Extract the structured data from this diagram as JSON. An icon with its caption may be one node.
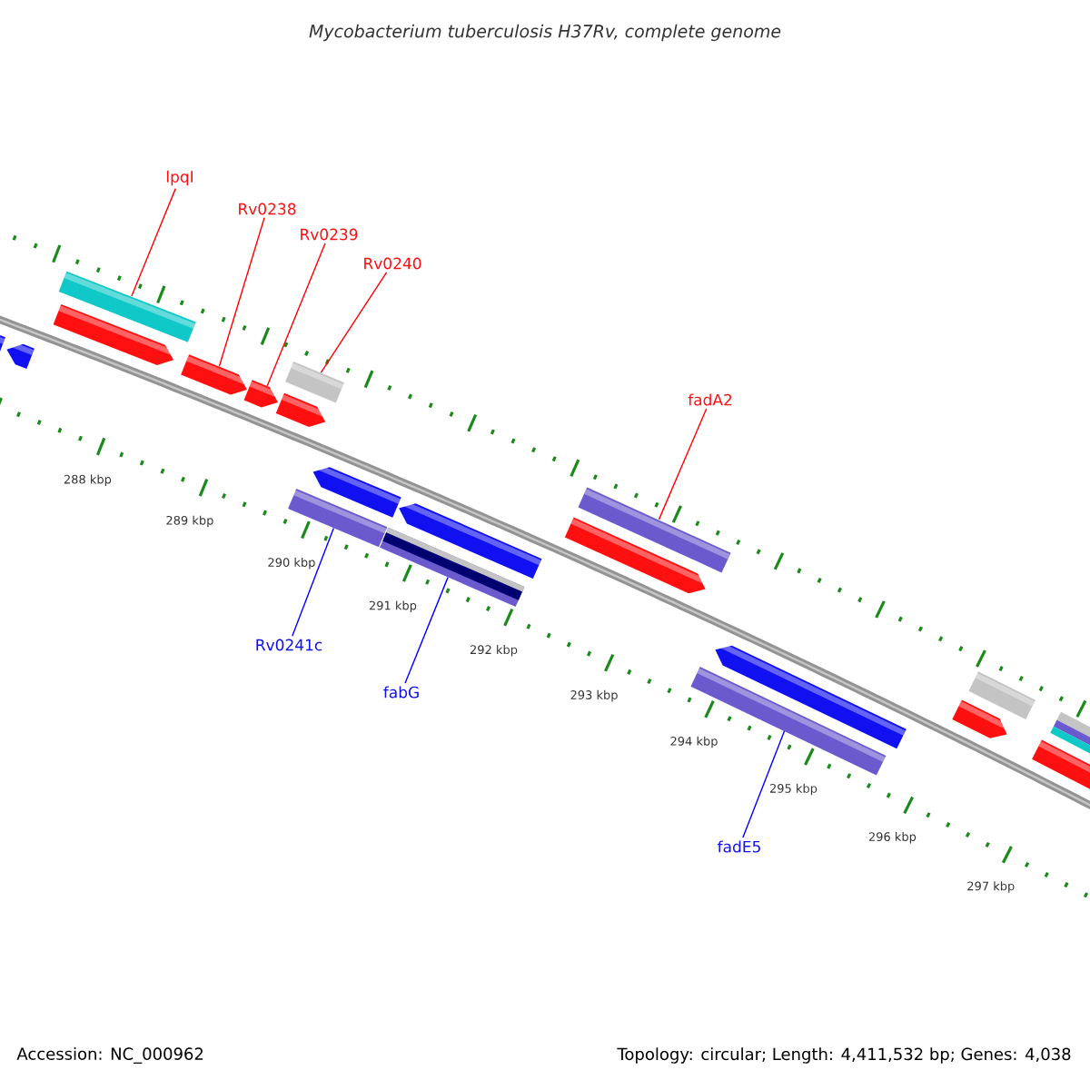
{
  "diagram": {
    "title": "Mycobacterium tuberculosis H37Rv, complete genome",
    "nodes": [
      {
        "text": [
          "lpqI"
        ]
      },
      {
        "text": [
          "Rv0238"
        ]
      },
      {
        "text": [
          "Rv0239"
        ]
      },
      {
        "text": [
          "Rv0240"
        ]
      },
      {
        "text": [
          "fadA2"
        ]
      },
      {
        "text": [
          "Rv0241c"
        ]
      },
      {
        "text": [
          "fabG"
        ]
      },
      {
        "text": [
          "fadE5"
        ]
      },
      {
        "text": [],
        "shape": "bar"
      },
      {
        "text": [],
        "shape": "bar"
      },
      {
        "text": [],
        "shape": "bar"
      },
      {
        "text": [],
        "shape": "bar"
      },
      {
        "text": [],
        "shape": "bar"
      },
      {
        "text": [],
        "shape": "bar"
      },
      {
        "text": [],
        "shape": "bar"
      },
      {
        "text": [],
        "shape": "bar"
      },
      {
        "text": [],
        "shape": "bar"
      },
      {
        "text": [],
        "shape": "bar"
      },
      {
        "text": [],
        "shape": "bar"
      },
      {
        "text": [],
        "shape": "bar"
      },
      {
        "text": [],
        "shape": "bar"
      },
      {
        "text": [],
        "shape": "bar"
      },
      {
        "text": [],
        "shape": "bar"
      },
      {
        "text": [],
        "shape": "bar"
      },
      {
        "text": [],
        "shape": "bar"
      },
      {
        "text": [],
        "shape": "bar"
      },
      {
        "text": [],
        "shape": "bar"
      },
      {
        "text": [],
        "shape": "bar"
      }
    ],
    "edges": [
      {
        "from": 0,
        "to": 8,
        "arrow": "none",
        "color": "#ff0000"
      },
      {
        "from": 1,
        "to": 9,
        "arrow": "none",
        "color": "#ff0000"
      },
      {
        "from": 2,
        "to": 10,
        "arrow": "none",
        "color": "#ff0000"
      },
      {
        "from": 3,
        "to": 11,
        "arrow": "none",
        "color": "#ff0000"
      },
      {
        "from": 4,
        "to": 12,
        "arrow": "none",
        "color": "#ff0000"
      },
      {
        "from": 5,
        "to": 13,
        "arrow": "none",
        "color": "#0000ff"
      },
      {
        "from": 6,
        "to": 14,
        "arrow": "none",
        "color": "#0000ff"
      },
      {
        "from": 7,
        "to": 15,
        "arrow": "none",
        "color": "#0000ff"
      }
    ],
    "labels": [
      "288 kbp",
      "289 kbp",
      "290 kbp",
      "291 kbp",
      "292 kbp",
      "293 kbp",
      "294 kbp",
      "295 kbp",
      "296 kbp",
      "297 kbp",
      "Accession: NC_000962",
      "Topology: circular; Length: 4,411,532 bp; Genes: 4,038"
    ]
  }
}
